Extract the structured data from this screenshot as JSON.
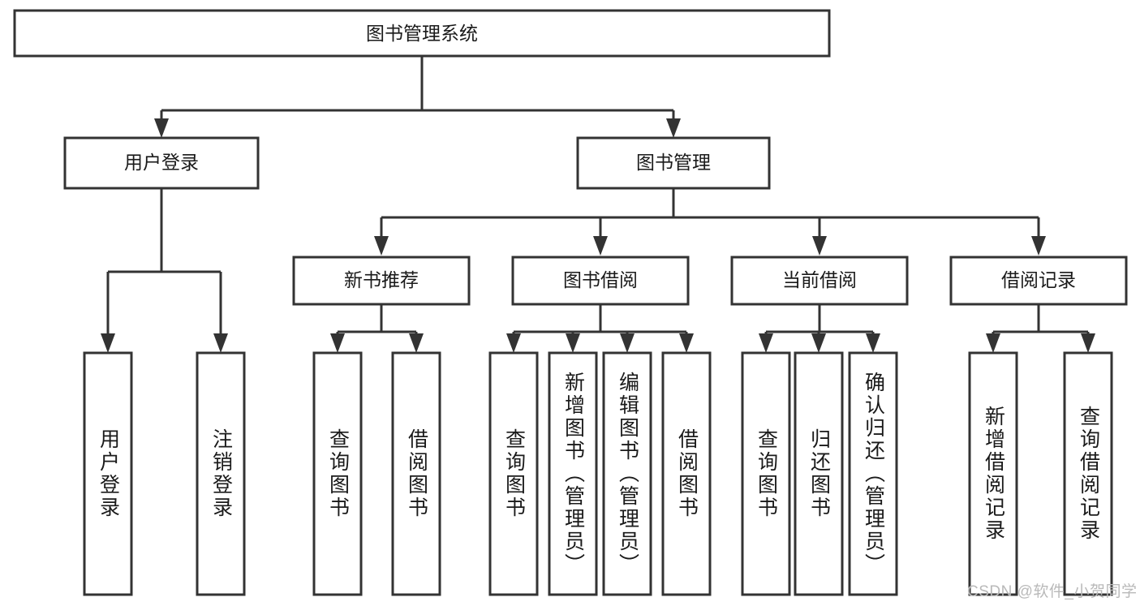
{
  "diagram": {
    "title": "图书管理系统",
    "type": "tree",
    "watermark": "CSDN @软件_小贺同学",
    "colors": {
      "stroke": "#333333",
      "fill": "#ffffff",
      "text": "#1a1a1a",
      "watermark": "#b9b9b9"
    },
    "levels": {
      "root": {
        "label": "图书管理系统"
      },
      "level2": [
        {
          "label": "用户登录"
        },
        {
          "label": "图书管理"
        }
      ],
      "level3": [
        {
          "label": "新书推荐"
        },
        {
          "label": "图书借阅"
        },
        {
          "label": "当前借阅"
        },
        {
          "label": "借阅记录"
        }
      ],
      "leaves": [
        {
          "label": "用户登录",
          "parent": "用户登录"
        },
        {
          "label": "注销登录",
          "parent": "用户登录"
        },
        {
          "label": "查询图书",
          "parent": "新书推荐"
        },
        {
          "label": "借阅图书",
          "parent": "新书推荐"
        },
        {
          "label": "查询图书",
          "parent": "图书借阅"
        },
        {
          "label": "新增图书（管理员）",
          "parent": "图书借阅"
        },
        {
          "label": "编辑图书（管理员）",
          "parent": "图书借阅"
        },
        {
          "label": "借阅图书",
          "parent": "图书借阅"
        },
        {
          "label": "查询图书",
          "parent": "当前借阅"
        },
        {
          "label": "归还图书",
          "parent": "当前借阅"
        },
        {
          "label": "确认归还（管理员）",
          "parent": "当前借阅"
        },
        {
          "label": "新增借阅记录",
          "parent": "借阅记录"
        },
        {
          "label": "查询借阅记录",
          "parent": "借阅记录"
        }
      ]
    }
  }
}
